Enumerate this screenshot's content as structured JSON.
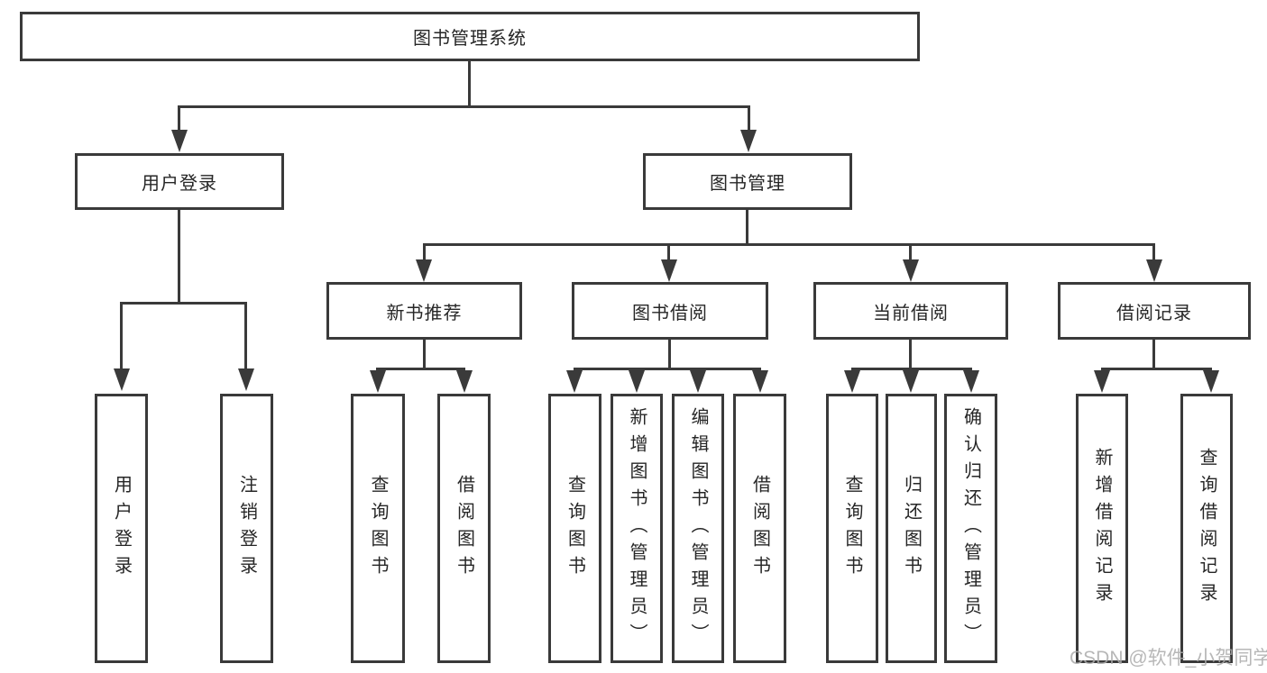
{
  "title": "图书管理系统",
  "nodes": {
    "root": "图书管理系统",
    "user_login": "用户登录",
    "book_mgmt": "图书管理",
    "new_book": "新书推荐",
    "borrow": "图书借阅",
    "current": "当前借阅",
    "records": "借阅记录",
    "user_login_children": [
      "用户登录",
      "注销登录"
    ],
    "new_book_children": [
      "查询图书",
      "借阅图书"
    ],
    "borrow_children": [
      "查询图书",
      "新增图书（管理员）",
      "编辑图书（管理员）",
      "借阅图书"
    ],
    "current_children": [
      "查询图书",
      "归还图书",
      "确认归还（管理员）"
    ],
    "records_children": [
      "新增借阅记录",
      "查询借阅记录"
    ]
  },
  "watermark": "CSDN @软件_小贺同学",
  "colors": {
    "line": "#3a3a3a",
    "text": "#262626",
    "watermark": "#ababab",
    "background": "#ffffff"
  }
}
